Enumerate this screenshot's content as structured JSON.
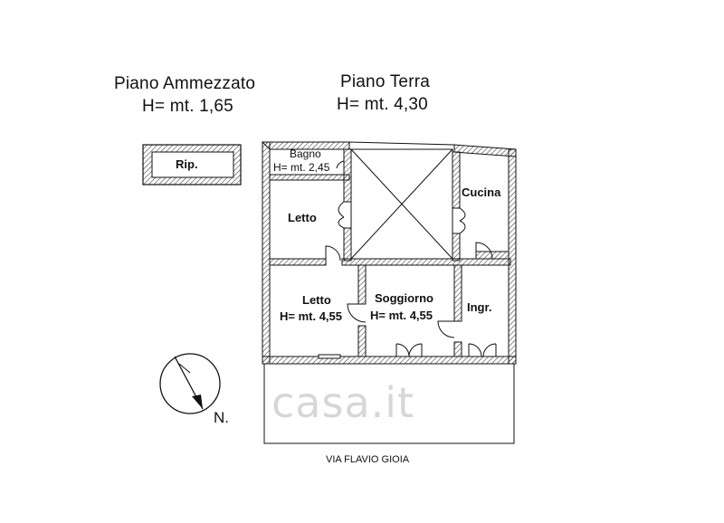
{
  "headers": {
    "mezzanine_title": "Piano Ammezzato",
    "mezzanine_height": "H= mt. 1,65",
    "ground_title": "Piano Terra",
    "ground_height": "H= mt. 4,30"
  },
  "rooms": {
    "storage": "Rip.",
    "bathroom": "Bagno",
    "bathroom_height": "H= mt. 2,45",
    "bedroom_top": "Letto",
    "kitchen": "Cucina",
    "bedroom_bottom": "Letto",
    "bedroom_bottom_height": "H= mt. 4,55",
    "living": "Soggiorno",
    "living_height": "H= mt. 4,55",
    "entrance": "Ingr."
  },
  "north_label": "N.",
  "street": "VIA FLAVIO GIOIA",
  "watermark": "casa.it",
  "colors": {
    "line": "#111111",
    "hatch": "#444444",
    "watermark": "#d7d7d7"
  }
}
